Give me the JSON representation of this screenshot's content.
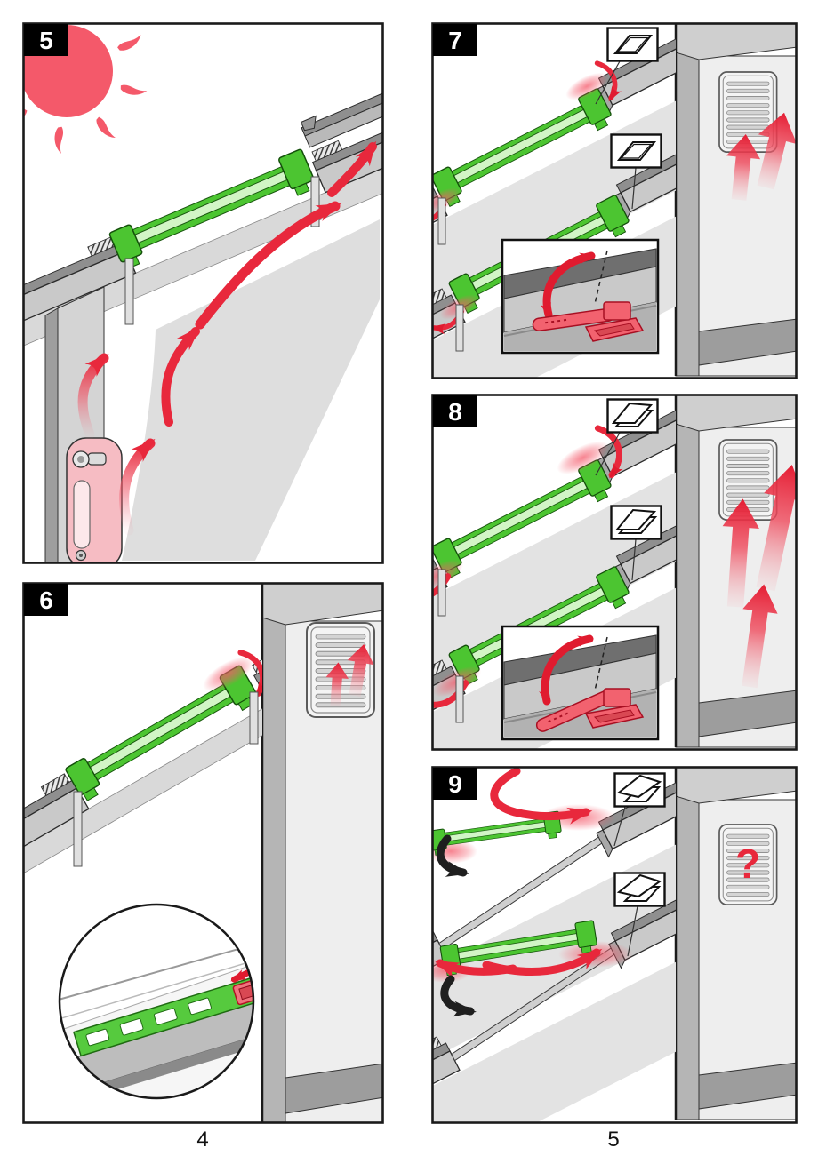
{
  "page": {
    "left_page_number": "4",
    "right_page_number": "5"
  },
  "panels": {
    "p5": {
      "label": "5"
    },
    "p6": {
      "label": "6"
    },
    "p7": {
      "label": "7"
    },
    "p8": {
      "label": "8"
    },
    "p9": {
      "label": "9",
      "grille_mark": "?"
    }
  },
  "colors": {
    "accent_red": "#e8283c",
    "sun_red": "#f4596a",
    "radiator_pink": "#f6bcc3",
    "flap_green": "#4cc531",
    "glass_green": "#d2f5c6",
    "panel_border": "#1a1a1a",
    "roof_gray": "#c9c9c9",
    "tile_gray": "#8f8f8f",
    "wall_gray": "#eeeeee"
  },
  "icons": {
    "sun": "sun-icon",
    "radiator": "radiator-icon",
    "vent_grille": "vent-grille-icon",
    "roof_window_closed": "roof-window-closed-icon",
    "roof_window_vent": "roof-window-vent-icon",
    "roof_window_open": "roof-window-open-icon",
    "airflow_arrow": "airflow-arrow-icon",
    "rotation_arrow": "rotation-arrow-icon",
    "control_bar": "control-bar-icon",
    "filter_magnifier": "magnified-filter-detail-icon",
    "question_mark": "question-mark"
  }
}
